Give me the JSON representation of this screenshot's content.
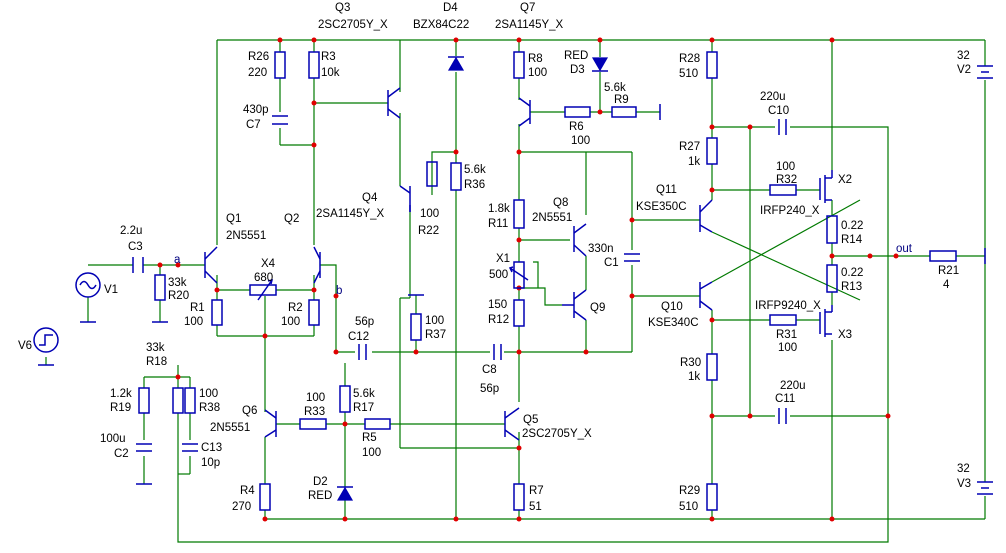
{
  "components": {
    "Q3": {
      "ref": "Q3",
      "model": "2SC2705Y_X"
    },
    "D4": {
      "ref": "D4",
      "model": "BZX84C22"
    },
    "Q7": {
      "ref": "Q7",
      "model": "2SA1145Y_X"
    },
    "R26": {
      "ref": "R26",
      "value": "220"
    },
    "R3": {
      "ref": "R3",
      "value": "10k"
    },
    "R8": {
      "ref": "R8",
      "value": "100"
    },
    "D3": {
      "ref": "D3",
      "value": "RED"
    },
    "R28": {
      "ref": "R28",
      "value": "510"
    },
    "V2": {
      "ref": "V2",
      "value": "32"
    },
    "C7": {
      "ref": "C7",
      "value": "430p"
    },
    "R9": {
      "ref": "R9",
      "value": "5.6k"
    },
    "R6": {
      "ref": "R6",
      "value": "100"
    },
    "C10": {
      "ref": "C10",
      "value": "220u"
    },
    "R27": {
      "ref": "R27",
      "value": "1k"
    },
    "R36": {
      "ref": "R36",
      "value": "5.6k"
    },
    "R32": {
      "ref": "R32",
      "value": "100"
    },
    "X2": {
      "ref": "X2",
      "model": "IRFP240_X"
    },
    "Q4": {
      "ref": "Q4",
      "model": "2SA1145Y_X"
    },
    "R22": {
      "ref": "R22",
      "value": "100"
    },
    "R11": {
      "ref": "R11",
      "value": "1.8k"
    },
    "Q8": {
      "ref": "Q8",
      "model": "2N5551"
    },
    "Q11": {
      "ref": "Q11",
      "model": "KSE350C"
    },
    "R14": {
      "ref": "R14",
      "value": "0.22"
    },
    "Q1": {
      "ref": "Q1",
      "model": "2N5551"
    },
    "Q2": {
      "ref": "Q2"
    },
    "C3": {
      "ref": "C3",
      "value": "2.2u"
    },
    "C1": {
      "ref": "C1",
      "value": "330n"
    },
    "R21": {
      "ref": "R21",
      "value": "4"
    },
    "X4": {
      "ref": "X4",
      "value": "680"
    },
    "X1": {
      "ref": "X1",
      "value": "500"
    },
    "R20": {
      "ref": "R20",
      "value": "33k"
    },
    "R13": {
      "ref": "R13",
      "value": "0.22"
    },
    "V1": {
      "ref": "V1"
    },
    "X3": {
      "ref": "X3",
      "model": "IRFP9240_X"
    },
    "R1": {
      "ref": "R1",
      "value": "100"
    },
    "R2": {
      "ref": "R2",
      "value": "100"
    },
    "R37": {
      "ref": "R37",
      "value": "100"
    },
    "R12": {
      "ref": "R12",
      "value": "150"
    },
    "Q9": {
      "ref": "Q9"
    },
    "Q10": {
      "ref": "Q10",
      "model": "KSE340C"
    },
    "C12": {
      "ref": "C12",
      "value": "56p"
    },
    "R31": {
      "ref": "R31",
      "value": "100"
    },
    "V6": {
      "ref": "V6"
    },
    "R18": {
      "ref": "R18",
      "value": "33k"
    },
    "C8": {
      "ref": "C8",
      "value": "56p"
    },
    "R30": {
      "ref": "R30",
      "value": "1k"
    },
    "R19": {
      "ref": "R19",
      "value": "1.2k"
    },
    "R38": {
      "ref": "R38",
      "value": "100"
    },
    "C11": {
      "ref": "C11",
      "value": "220u"
    },
    "R33": {
      "ref": "R33",
      "value": "100"
    },
    "R17": {
      "ref": "R17",
      "value": "5.6k"
    },
    "Q6": {
      "ref": "Q6",
      "model": "2N5551"
    },
    "Q5": {
      "ref": "Q5",
      "model": "2SC2705Y_X"
    },
    "C2": {
      "ref": "C2",
      "value": "100u"
    },
    "C13": {
      "ref": "C13",
      "value": "10p"
    },
    "R5": {
      "ref": "R5",
      "value": "100"
    },
    "D2": {
      "ref": "D2",
      "value": "RED"
    },
    "R4": {
      "ref": "R4",
      "value": "270"
    },
    "R7": {
      "ref": "R7",
      "value": "51"
    },
    "R29": {
      "ref": "R29",
      "value": "510"
    },
    "V3": {
      "ref": "V3",
      "value": "32"
    }
  },
  "nets": {
    "a": "a",
    "b": "b",
    "out": "out"
  },
  "colors": {
    "wire": "#007a00",
    "component": "#0000b4",
    "junction": "#e00000",
    "net_label": "#000080"
  }
}
